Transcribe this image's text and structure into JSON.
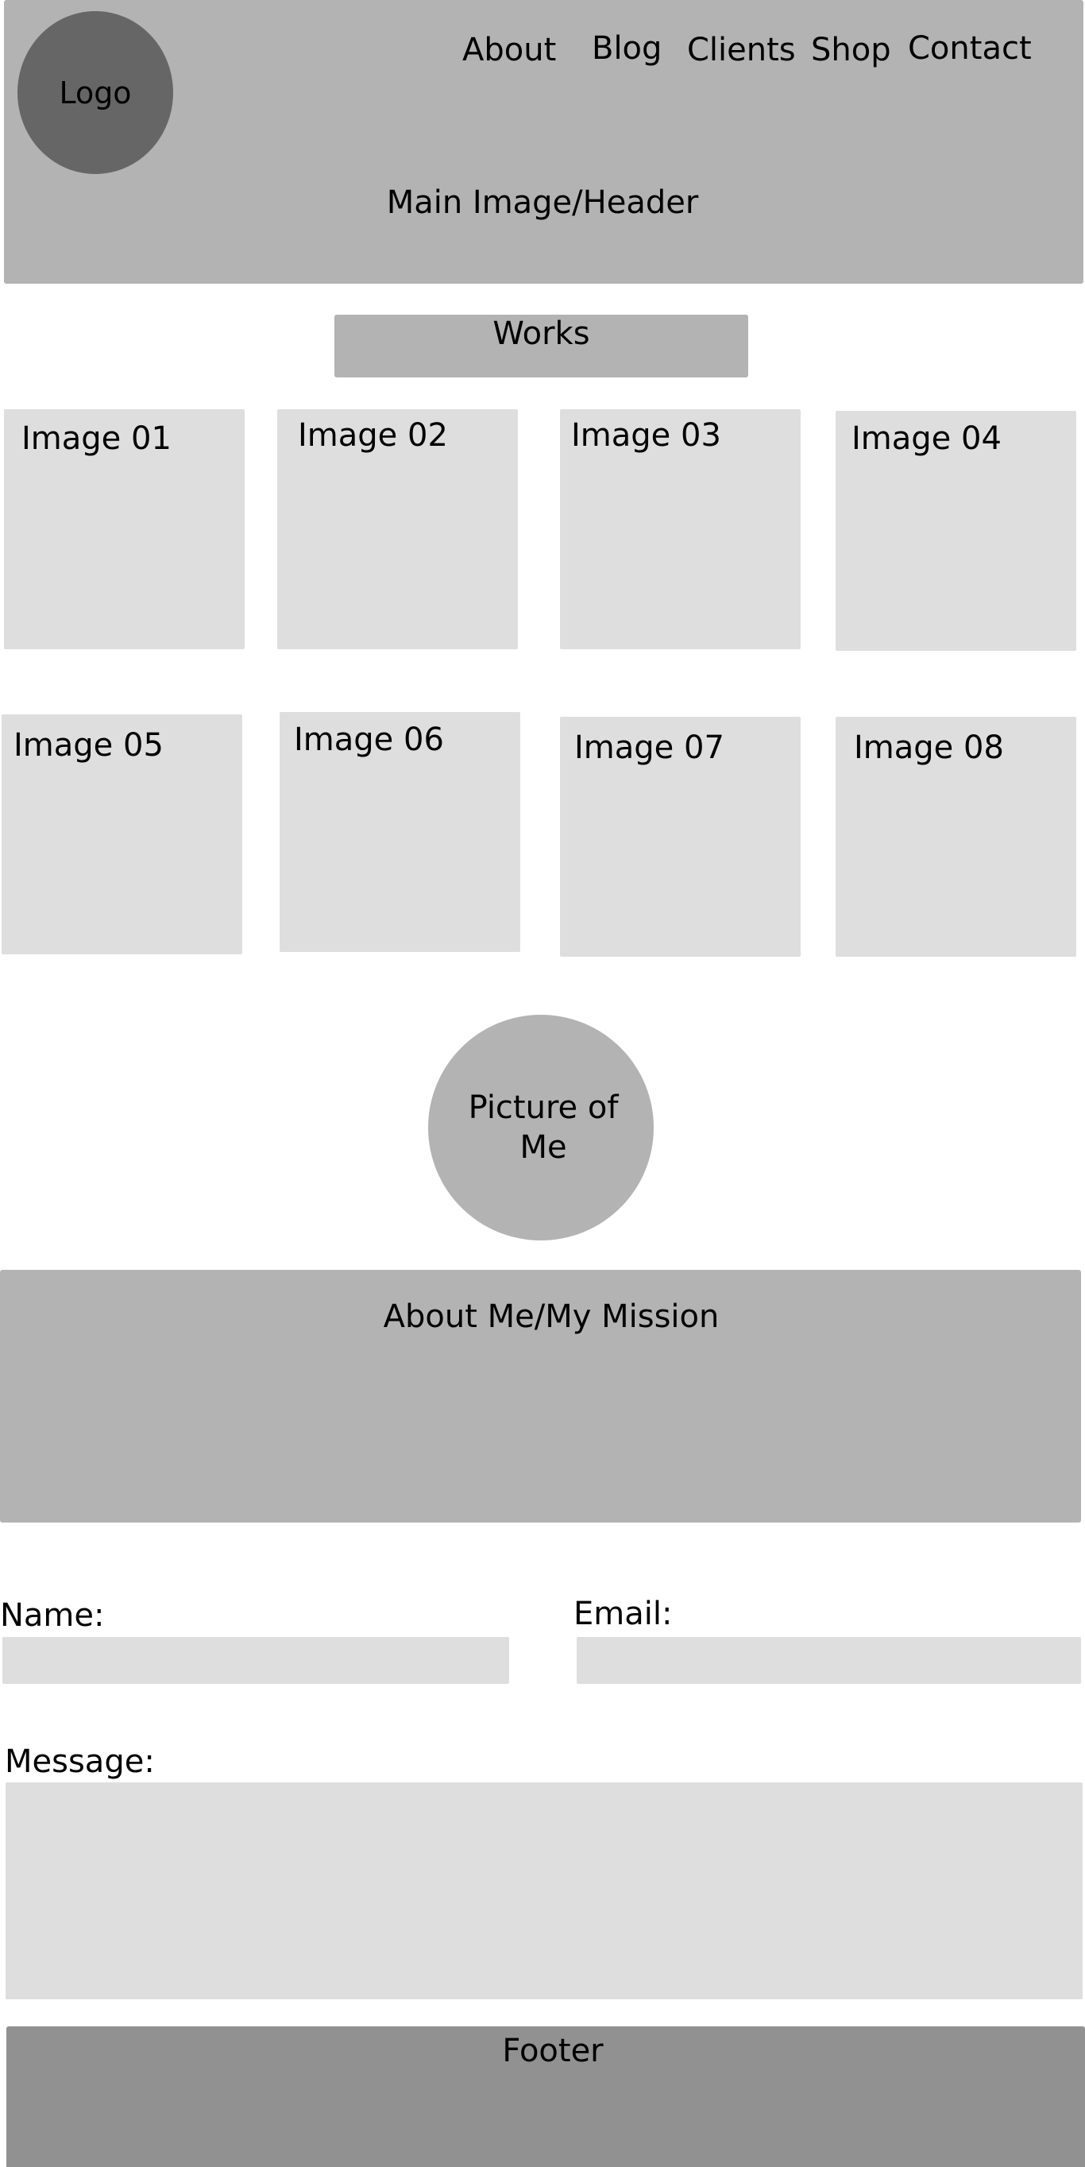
{
  "header": {
    "logo": "Logo",
    "title": "Main Image/Header",
    "nav": [
      "About",
      "Blog",
      "Clients",
      "Shop",
      "Contact"
    ]
  },
  "works": {
    "label": "Works"
  },
  "gallery": {
    "items": [
      "Image 01",
      "Image 02",
      "Image 03",
      "Image 04",
      "Image 05",
      "Image 06",
      "Image 07",
      "Image 08"
    ]
  },
  "profile": {
    "picture_label": "Picture of Me"
  },
  "about": {
    "title": "About Me/My Mission"
  },
  "form": {
    "name_label": "Name:",
    "name_value": "",
    "email_label": "Email:",
    "email_value": "",
    "message_label": "Message:",
    "message_value": ""
  },
  "footer": {
    "title": "Footer"
  },
  "colors": {
    "header_bg": "#b3b3b3",
    "logo_bg": "#666666",
    "tile_bg": "#dedede",
    "footer_bg": "#919191"
  }
}
